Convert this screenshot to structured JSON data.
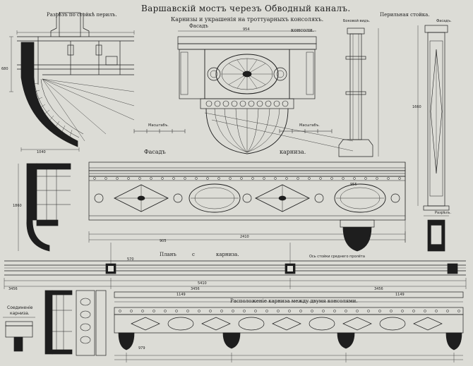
{
  "title": "Варшавскiй мостъ черезъ Обводный каналъ.",
  "subtitle": "Карнизы и украшенiя на троттуарныхъ консоляхъ.",
  "labels": {
    "section_post": "Разрѣзъ по стойкѣ перилъ.",
    "facade": "Фасадъ",
    "console": "консоли.",
    "side_view": "Боковой видъ.",
    "railing_post": "Перильная стойка.",
    "facade_small": "Фасадъ.",
    "section_small": "Разрѣзъ.",
    "scale_left": "Масштабъ.",
    "scale_right": "Масштабъ.",
    "facade_cornice": "Фасадъ",
    "cornice_word": "карниза.",
    "plan": "Планъ",
    "plan_of": "с",
    "plan_cornice": "карниза.",
    "joint": "Соединенiе",
    "joint2": "карниза.",
    "arrangement": "Расположенiе карниза между двумя консолями.",
    "axis_note": "Ось стойки среднего пролёта"
  },
  "dims": {
    "d1": "954",
    "d2": "1040",
    "d3": "2410",
    "d4": "1660",
    "d5": "3456",
    "d6": "3456",
    "d7": "5410",
    "d8": "3456",
    "d9": "1149",
    "d10": "1149",
    "d11": "680",
    "d12": "905",
    "d13": "979",
    "d14": "570",
    "d15": "955",
    "d16": "1860"
  },
  "colors": {
    "paper": "#dcdcd6",
    "ink": "#1e1e1e",
    "frame": "#1c1c1c"
  }
}
